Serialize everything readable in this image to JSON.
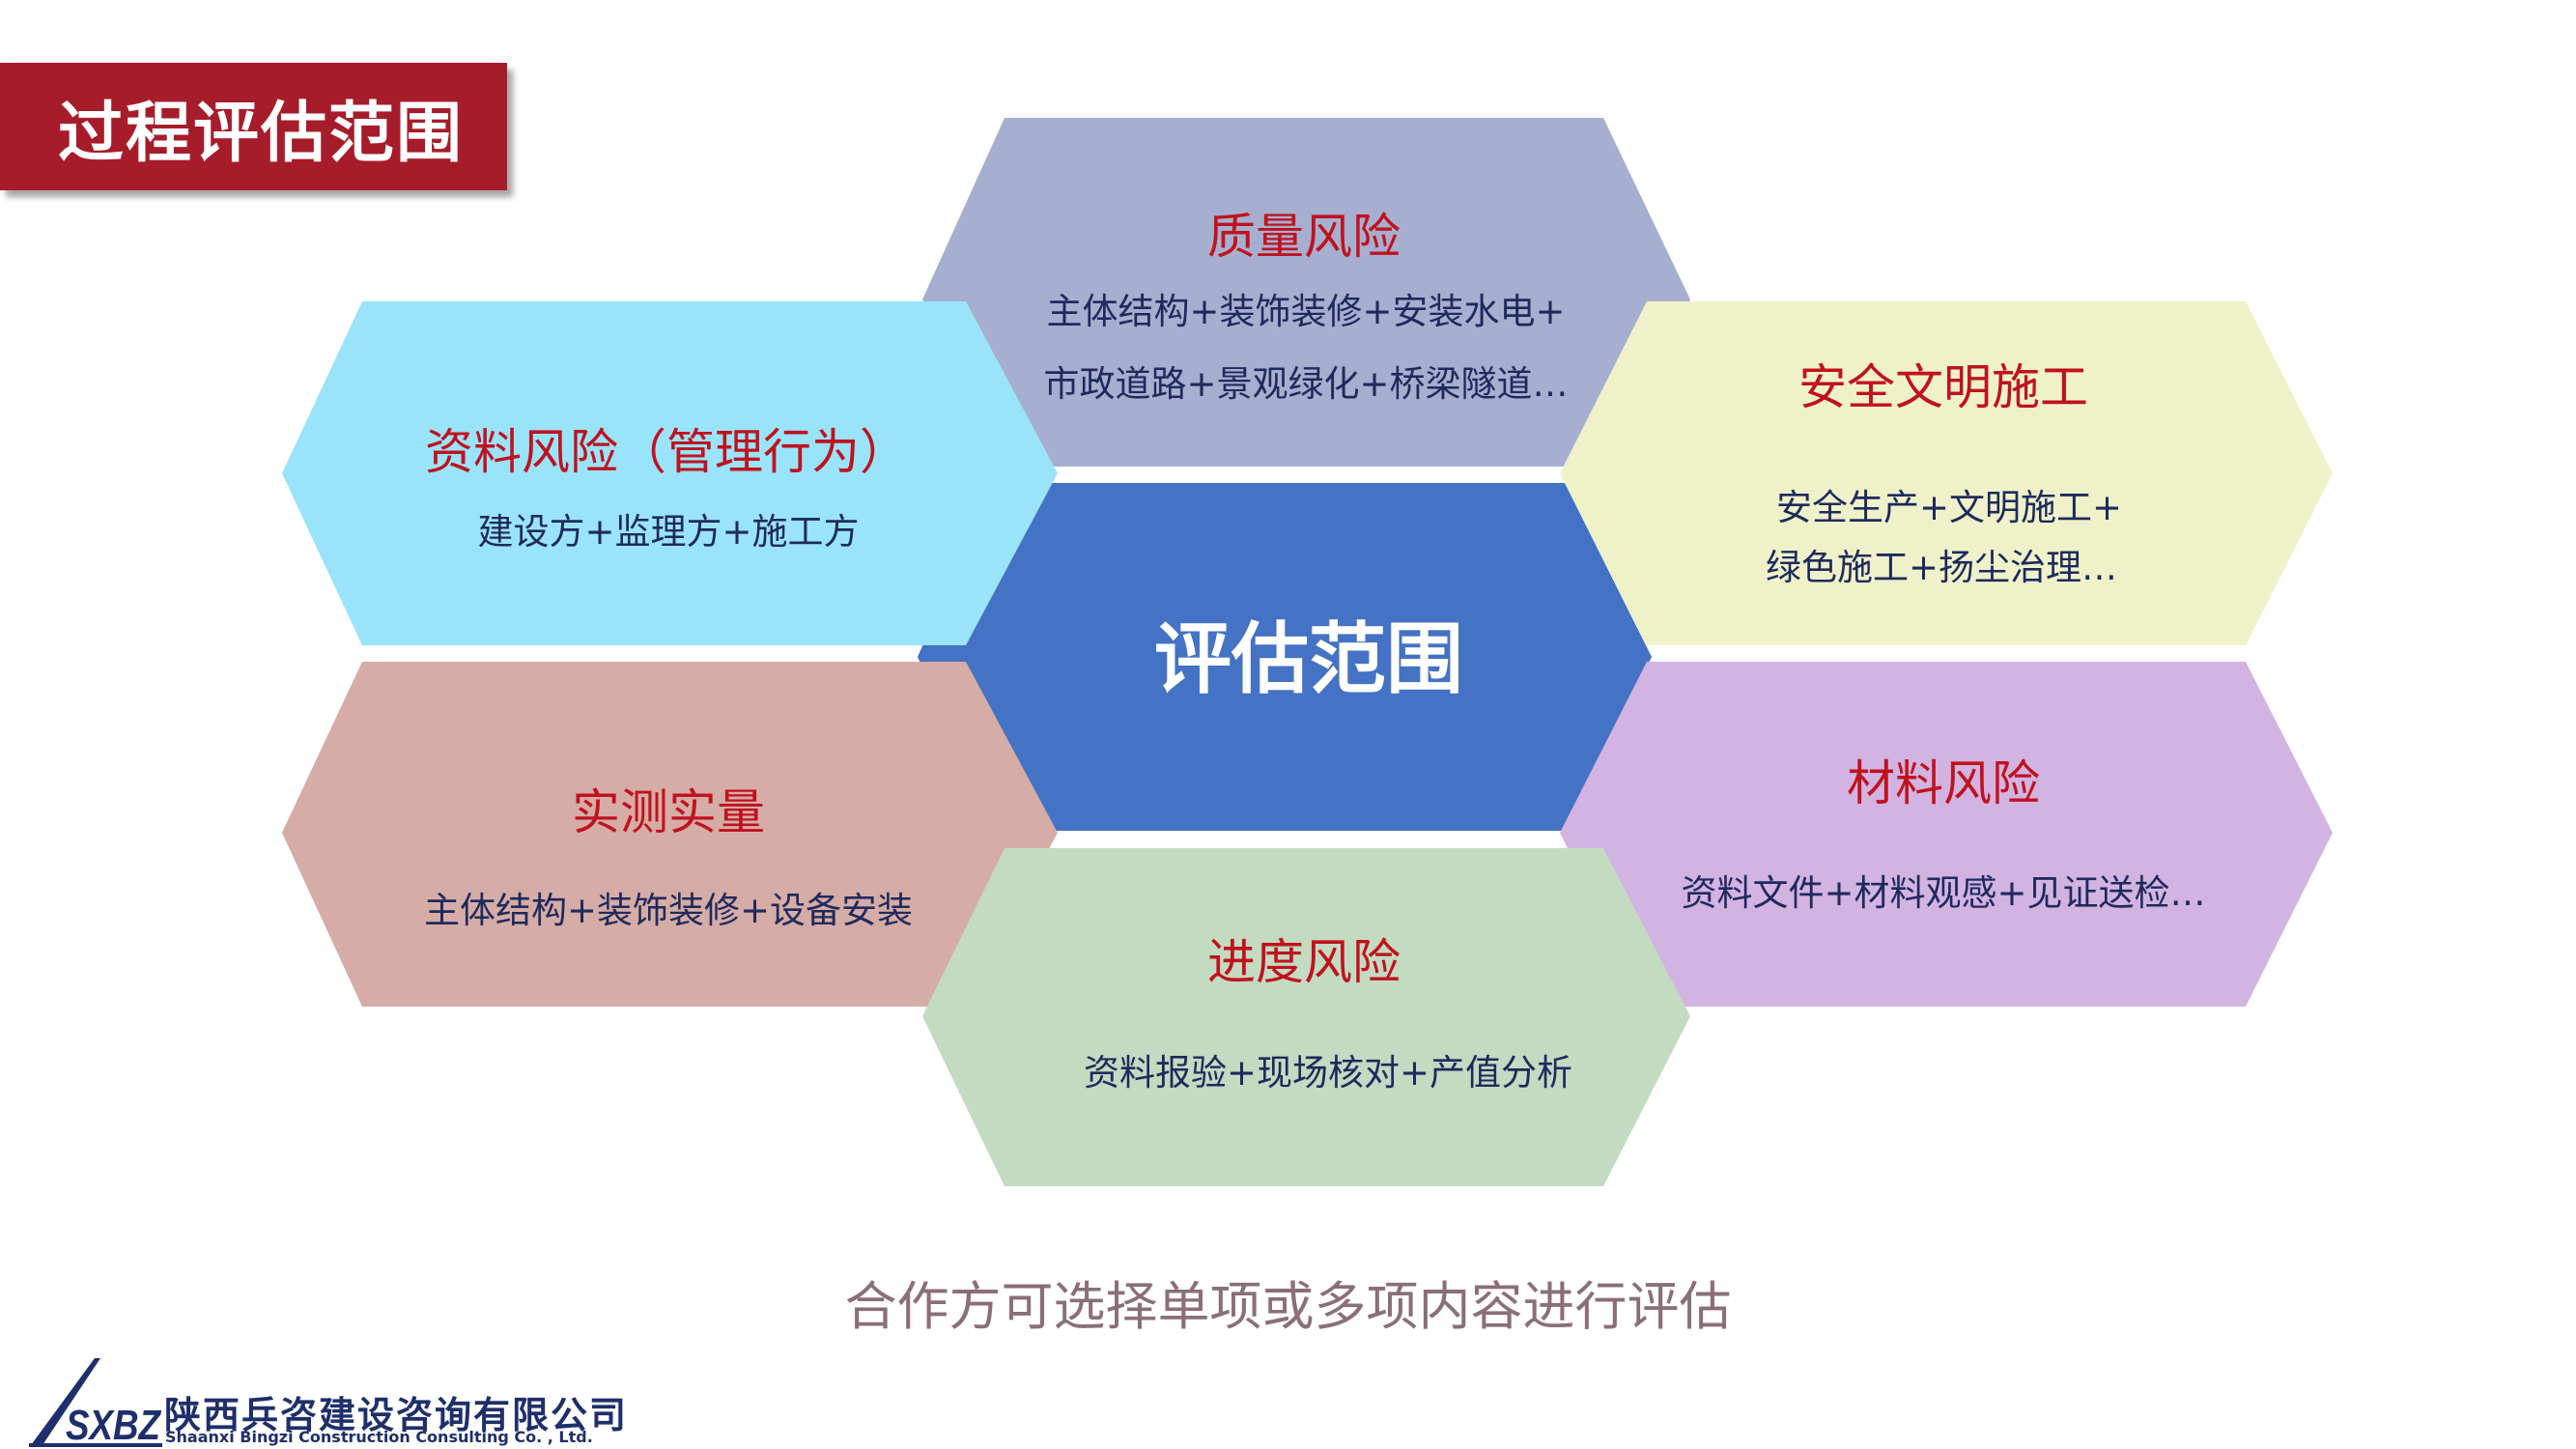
{
  "page": {
    "title": "过程评估范围",
    "note": "合作方可选择单项或多项内容进行评估"
  },
  "center": {
    "label": "评估范围",
    "color": "#4472c4"
  },
  "hexes": [
    {
      "id": "quality",
      "title": "质量风险",
      "lines": [
        "主体结构+装饰装修+安装水电+",
        "市政道路+景观绿化+桥梁隧道…"
      ],
      "color": "#a6afd0"
    },
    {
      "id": "documents",
      "title": "资料风险（管理行为）",
      "lines": [
        "建设方+监理方+施工方"
      ],
      "color": "#99e4fa"
    },
    {
      "id": "safety",
      "title": "安全文明施工",
      "lines": [
        "安全生产+文明施工+",
        "绿色施工+扬尘治理…"
      ],
      "color": "#eff2c9"
    },
    {
      "id": "measurement",
      "title": "实测实量",
      "lines": [
        "主体结构+装饰装修+设备安装"
      ],
      "color": "#d6aca6"
    },
    {
      "id": "materials",
      "title": "材料风险",
      "lines": [
        "资料文件+材料观感+见证送检…"
      ],
      "color": "#d2b3e2"
    },
    {
      "id": "progress",
      "title": "进度风险",
      "lines": [
        "资料报验+现场核对+产值分析"
      ],
      "color": "#c2dbc1"
    }
  ],
  "company": {
    "name_cn": "陕西兵咨建设咨询有限公司",
    "name_en": "Shaanxi Bingzi Construction Consulting Co. , Ltd.",
    "logo_text": "SXBZ"
  }
}
